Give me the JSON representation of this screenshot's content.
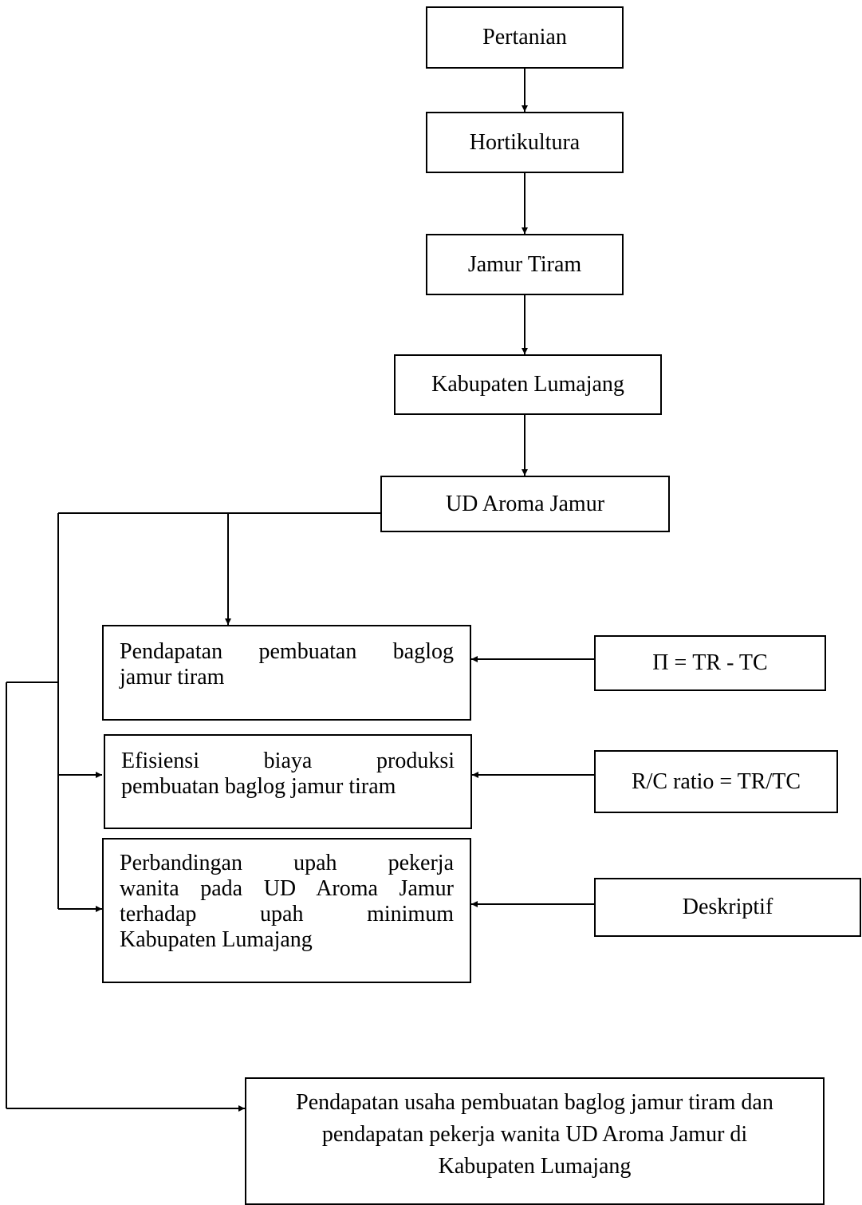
{
  "flow": {
    "pertanian": "Pertanian",
    "hortikultura": "Hortikultura",
    "jamur_tiram": "Jamur Tiram",
    "kabupaten": "Kabupaten Lumajang",
    "ud": "UD Aroma Jamur"
  },
  "analyses": {
    "pendapatan": [
      "Pendapatan pembuatan baglog",
      "jamur tiram"
    ],
    "efisiensi": [
      "Efisiensi biaya produksi",
      "pembuatan baglog jamur tiram"
    ],
    "perbandingan": [
      "Perbandingan upah pekerja",
      "wanita pada UD Aroma Jamur",
      "terhadap upah minimum",
      "Kabupaten Lumajang"
    ]
  },
  "methods": {
    "pendapatan": "Π = TR - TC",
    "efisiensi": "R/C ratio = TR/TC",
    "perbandingan": "Deskriptif"
  },
  "result": [
    "Pendapatan usaha pembuatan baglog jamur tiram dan",
    "pendapatan pekerja wanita UD Aroma Jamur di",
    "Kabupaten Lumajang"
  ]
}
